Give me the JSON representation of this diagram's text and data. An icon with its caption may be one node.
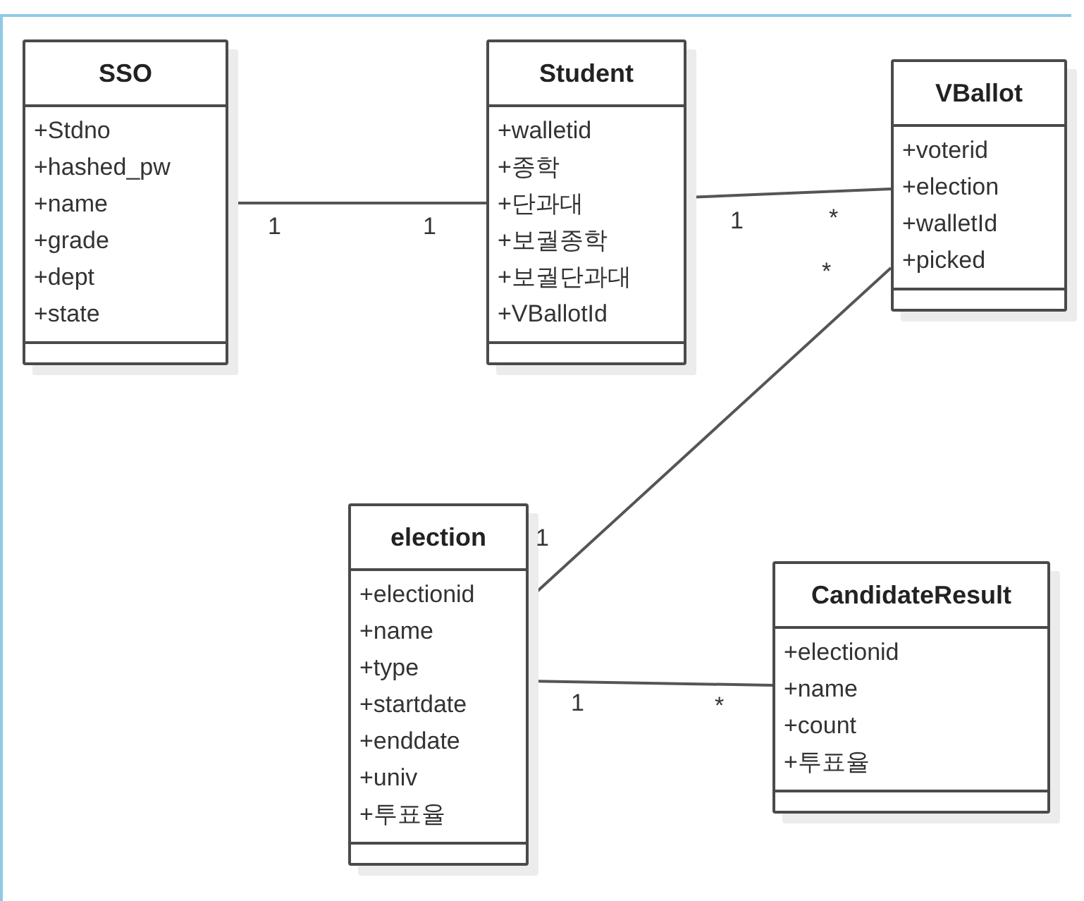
{
  "diagram": {
    "nodes": [
      {
        "text": [
          "SSO",
          "+Stdno",
          "+hashed_pw",
          "+name",
          "+grade",
          "+dept",
          "+state"
        ]
      },
      {
        "text": [
          "Student",
          "+walletid",
          "+종학",
          "+단과대",
          "+보궐종학",
          "+보궐단과대",
          "+VBallotId"
        ]
      },
      {
        "text": [
          "VBallot",
          "+voterid",
          "+election",
          "+walletId",
          "+picked"
        ]
      },
      {
        "text": [
          "election",
          "+electionid",
          "+name",
          "+type",
          "+startdate",
          "+enddate",
          "+univ",
          "+투표율"
        ]
      },
      {
        "text": [
          "CandidateResult",
          "+electionid",
          "+name",
          "+count",
          "+투표율"
        ]
      }
    ],
    "edges": [
      {
        "from": 0,
        "to": 1,
        "arrow": "none"
      },
      {
        "from": 1,
        "to": 2,
        "arrow": "none"
      },
      {
        "from": 2,
        "to": 3,
        "arrow": "none"
      },
      {
        "from": 3,
        "to": 4,
        "arrow": "none"
      }
    ],
    "labels": [
      "1",
      "1",
      "1",
      "*",
      "*",
      "1",
      "1",
      "*"
    ]
  }
}
